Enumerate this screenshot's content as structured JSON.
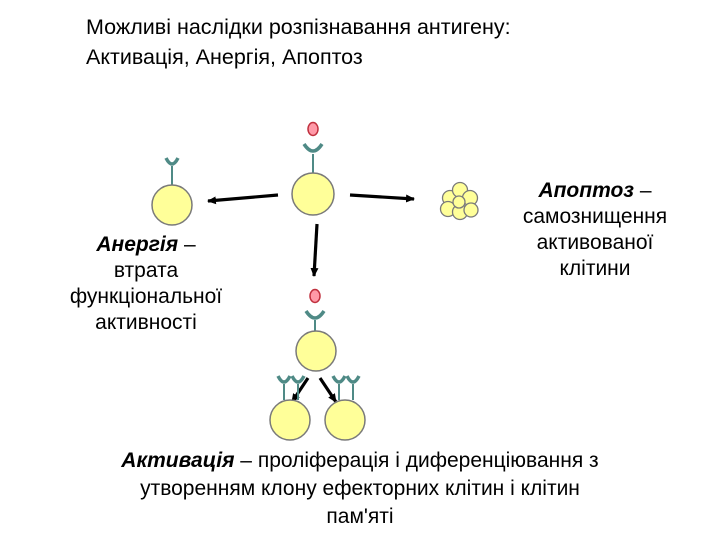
{
  "title": {
    "line1": "Можливі наслідки розпізнавання антигену:",
    "line2": "Активація, Анергія, Апоптоз"
  },
  "labels": {
    "anergy": {
      "term": "Анергія",
      "dash": " –",
      "line2": "втрата",
      "line3": "функціональної",
      "line4": "активності"
    },
    "apoptosis": {
      "term": "Апоптоз",
      "dash": " –",
      "line2": "самознищення",
      "line3": "активованої",
      "line4": "клітини"
    },
    "activation": {
      "term": "Активація",
      "rest": " – проліферація і диференціювання з",
      "line2": "утворенням клону ефекторних клітин і клітин",
      "line3": "пам'яті"
    }
  },
  "colors": {
    "cell_fill": "#ffff99",
    "cell_stroke": "#7a7a7a",
    "receptor": "#4f8a86",
    "antigen_fill": "#ff9aa8",
    "antigen_stroke": "#c0303e",
    "arrow": "#000000"
  }
}
